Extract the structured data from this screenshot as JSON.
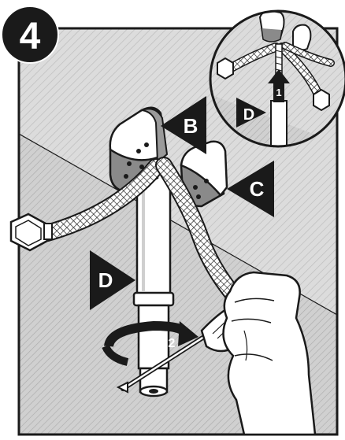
{
  "step": {
    "number": "4"
  },
  "callouts": {
    "b": "B",
    "c": "C",
    "d": "D"
  },
  "inset": {
    "label_d": "D",
    "arrow_step": "1"
  },
  "rotation": {
    "arrow_step": "2"
  },
  "colors": {
    "ink": "#1a1a1a",
    "background_fill": "#d9d9d9",
    "white": "#ffffff"
  }
}
